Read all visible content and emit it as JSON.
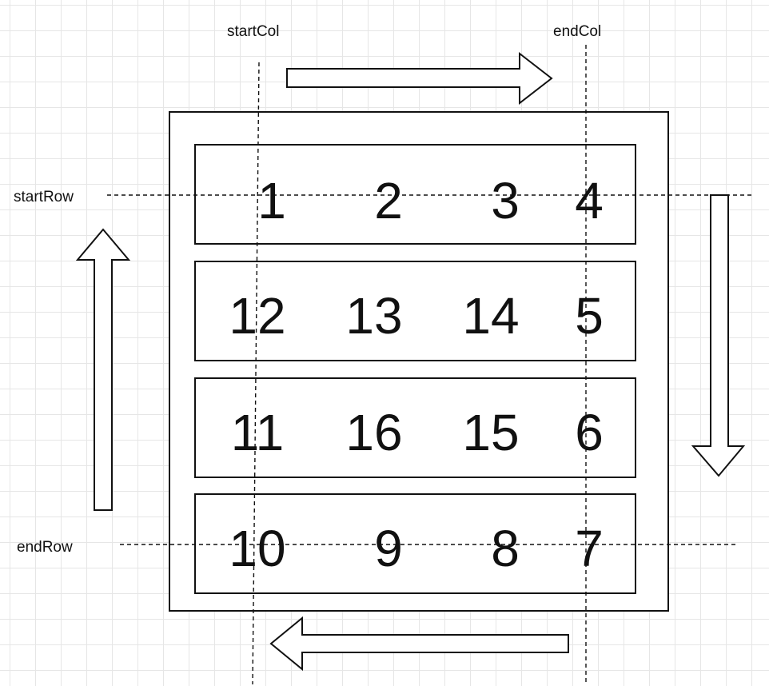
{
  "labels": {
    "start_col": "startCol",
    "end_col": "endCol",
    "start_row": "startRow",
    "end_row": "endRow"
  },
  "rows": [
    [
      "1",
      "2",
      "3",
      "4"
    ],
    [
      "12",
      "13",
      "14",
      "5"
    ],
    [
      "11",
      "16",
      "15",
      "6"
    ],
    [
      "10",
      "9",
      "8",
      "7"
    ]
  ],
  "arrows": [
    "right",
    "down",
    "left",
    "up"
  ]
}
